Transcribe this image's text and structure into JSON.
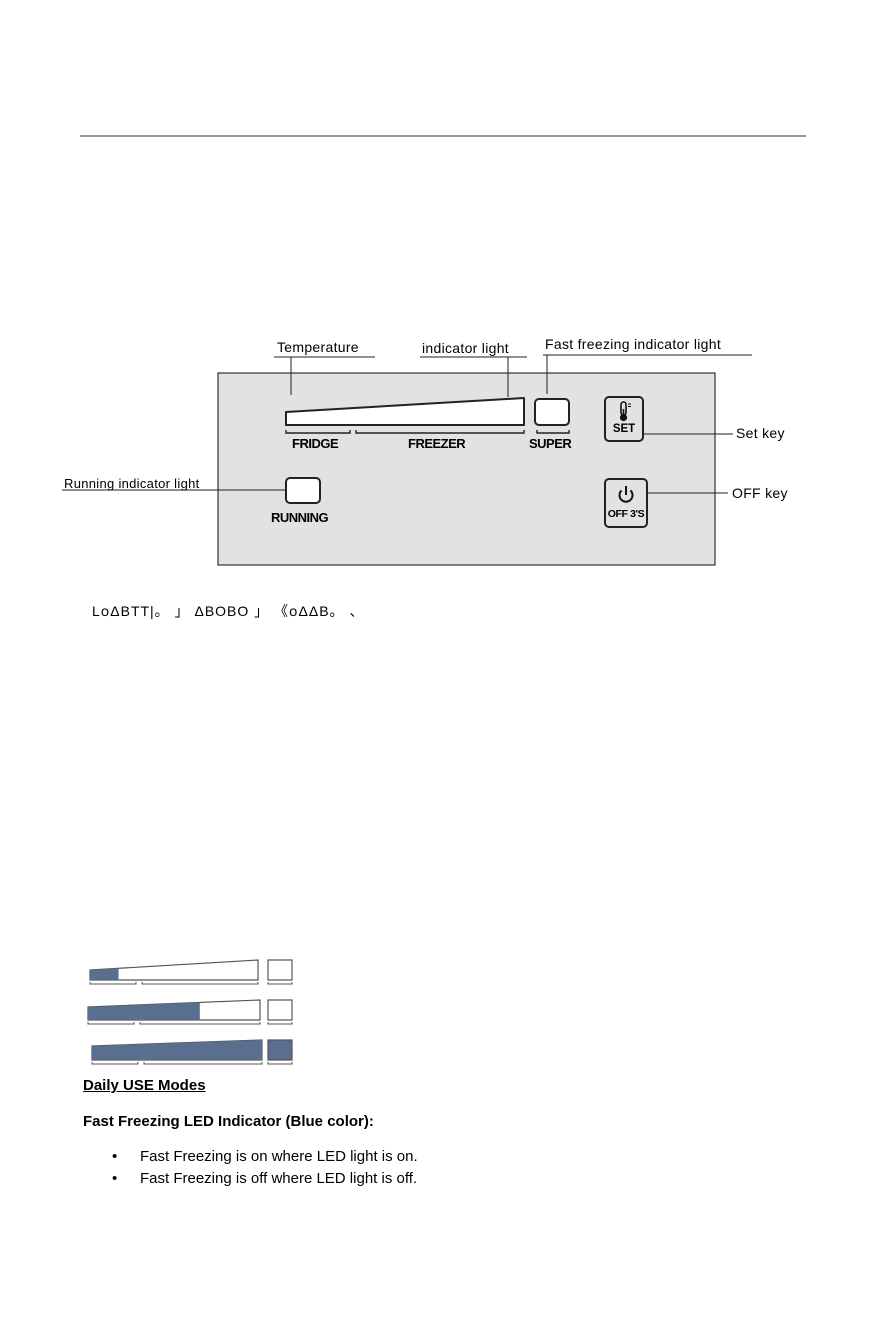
{
  "panel": {
    "callouts": {
      "temperature": "Temperature",
      "indicator_light": "indicator light",
      "fast_freezing": "Fast freezing indicator light",
      "running": "Running indicator light",
      "set_key": "Set key",
      "off_key": "OFF key"
    },
    "labels": {
      "fridge": "FRIDGE",
      "freezer": "FREEZER",
      "super": "SUPER",
      "running": "RUNNING"
    },
    "keys": {
      "set": "SET",
      "off": "OFF 3'S"
    },
    "icons": {
      "set": "thermometer-icon",
      "off": "power-icon"
    }
  },
  "garbled_text": "L꧐ΔBTT|。 」 ΔBOBO 」 《꧐ΔΔB。 、",
  "levels": [
    {
      "fill_fraction": 0.17,
      "super_on": false
    },
    {
      "fill_fraction": 0.65,
      "super_on": false
    },
    {
      "fill_fraction": 1.0,
      "super_on": true
    }
  ],
  "colors": {
    "led_fill": "#5a6e8f",
    "panel_bg": "#e2e2e2"
  },
  "section": {
    "title": "Daily USE Modes",
    "subtitle": "Fast Freezing LED Indicator (Blue color):",
    "bullet_char": "•",
    "bullets": [
      "Fast Freezing is on where LED light is on.",
      "Fast Freezing is off where LED light is off."
    ]
  }
}
